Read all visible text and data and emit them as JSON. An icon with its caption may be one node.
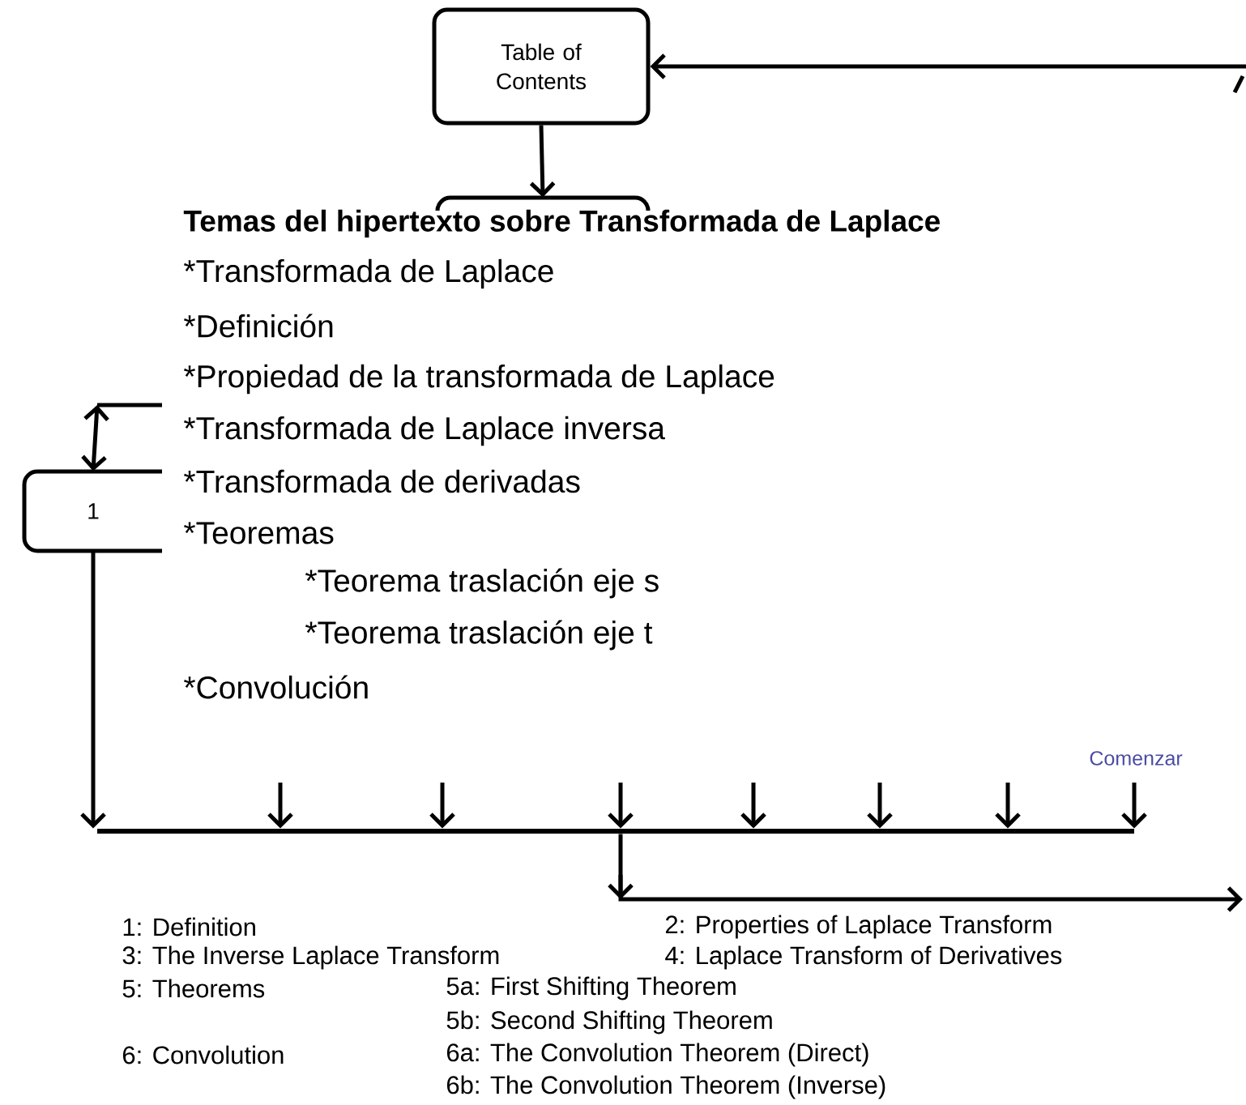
{
  "diagram": {
    "nodes": [
      {
        "text": [
          "Table of Contents"
        ]
      },
      {
        "text": [],
        "shape": "box"
      },
      {
        "text": [
          "1"
        ]
      },
      {
        "text": [],
        "shape": "bar"
      }
    ],
    "edges": [
      {
        "from": null,
        "to": 0,
        "arrow": "to"
      },
      {
        "from": 0,
        "to": 1,
        "arrow": "to"
      },
      {
        "from": null,
        "to": 2,
        "arrow": "both"
      },
      {
        "from": 2,
        "to": 3,
        "arrow": "to"
      },
      {
        "from": null,
        "to": 3,
        "arrow": "to"
      },
      {
        "from": null,
        "to": 3,
        "arrow": "to"
      },
      {
        "from": null,
        "to": 3,
        "arrow": "to"
      },
      {
        "from": null,
        "to": 3,
        "arrow": "to"
      },
      {
        "from": null,
        "to": 3,
        "arrow": "to"
      },
      {
        "from": null,
        "to": 3,
        "arrow": "to"
      },
      {
        "from": null,
        "to": 3,
        "arrow": "to"
      },
      {
        "from": 3,
        "to": null,
        "arrow": "to"
      }
    ],
    "labels": [
      "Temas del hipertexto sobre Transformada de Laplace",
      "*Transformada de Laplace",
      "*Definición",
      "*Propiedad de la transformada de Laplace",
      "*Transformada de Laplace inversa",
      "*Transformada de derivadas",
      "*Teoremas",
      "*Teorema traslación eje s",
      "*Teorema traslación eje t",
      "*Convolución",
      "Comenzar",
      "1: Definition",
      "2: Properties of Laplace Transform",
      "3: The Inverse Laplace Transform",
      "4: Laplace Transform of Derivatives",
      "5: Theorems",
      "5a: First Shifting Theorem",
      "5b: Second Shifting Theorem",
      "6: Convolution",
      "6a: The Convolution Theorem (Direct)",
      "6b: The Convolution Theorem (Inverse)"
    ]
  }
}
